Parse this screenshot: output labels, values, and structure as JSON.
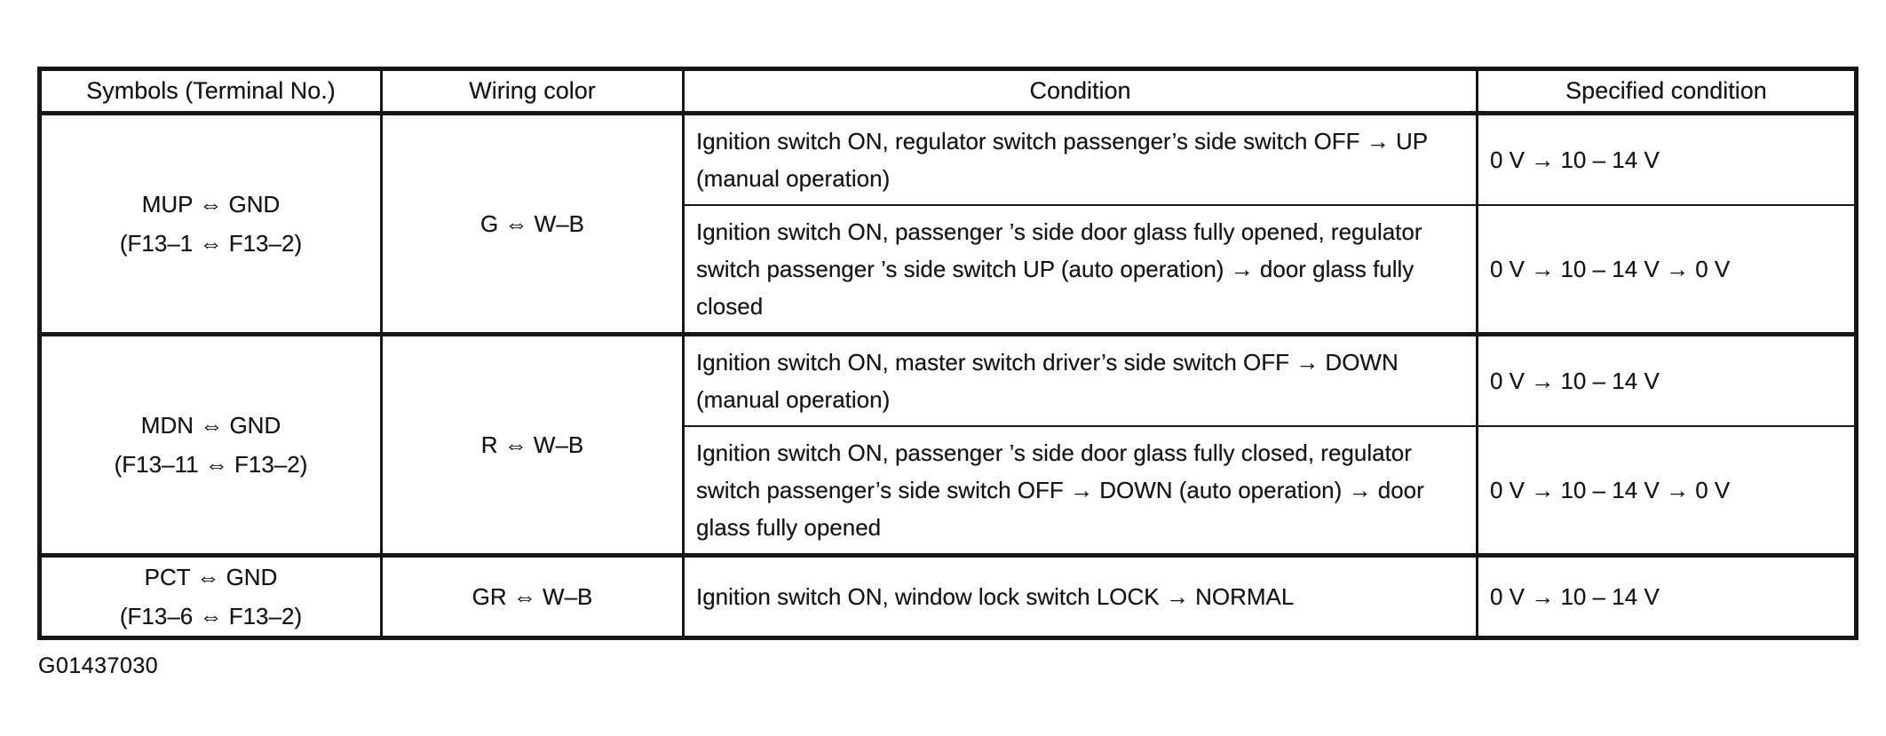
{
  "table": {
    "headers": {
      "symbols": "Symbols (Terminal No.)",
      "wiring": "Wiring color",
      "condition": "Condition",
      "specified": "Specified condition"
    },
    "groups": [
      {
        "symbol_line1": "MUP ⇔ GND",
        "symbol_line2": "(F13–1 ⇔ F13–2)",
        "wiring_color": "G ⇔ W–B",
        "rows": [
          {
            "condition": "Ignition switch ON, regulator switch passenger’s side switch OFF → UP (manual operation)",
            "specified": "0 V → 10 – 14 V"
          },
          {
            "condition": "Ignition switch ON, passenger ’s side door glass fully opened, regulator switch passenger ’s side switch UP (auto operation) → door glass fully closed",
            "specified": "0 V → 10 – 14 V → 0 V"
          }
        ]
      },
      {
        "symbol_line1": "MDN ⇔ GND",
        "symbol_line2": "(F13–11 ⇔ F13–2)",
        "wiring_color": "R ⇔ W–B",
        "rows": [
          {
            "condition": "Ignition switch ON, master switch driver’s side switch OFF → DOWN (manual operation)",
            "specified": "0 V → 10 – 14 V"
          },
          {
            "condition": "Ignition switch ON, passenger ’s side door glass fully closed, regulator switch passenger’s side switch OFF → DOWN (auto operation) → door glass fully opened",
            "specified": "0 V → 10 – 14 V → 0 V"
          }
        ]
      },
      {
        "symbol_line1": "PCT ⇔ GND",
        "symbol_line2": "(F13–6 ⇔ F13–2)",
        "wiring_color": "GR ⇔ W–B",
        "rows": [
          {
            "condition": "Ignition switch ON, window lock switch LOCK → NORMAL",
            "specified": "0 V → 10 – 14 V"
          }
        ]
      }
    ]
  },
  "figure_id": "G01437030"
}
